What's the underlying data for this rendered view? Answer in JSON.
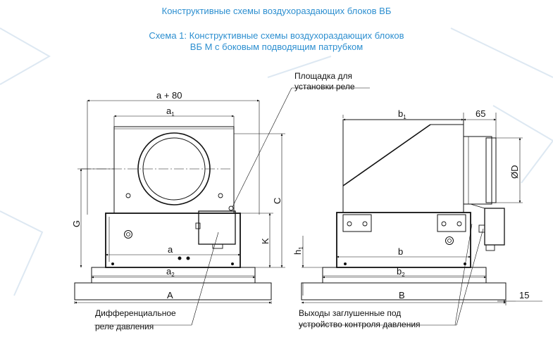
{
  "header": {
    "title": "Конструктивные схемы воздухораздающих блоков ВБ",
    "scheme_title": "Схема 1: Конструктивные схемы воздухораздающих блоков",
    "scheme_subtitle": "ВБ М с боковым подводящим патрубком"
  },
  "callouts": {
    "relay_platform_line1": "Площадка для",
    "relay_platform_line2": "установки реле",
    "diff_relay_line1": "Дифференциальное",
    "diff_relay_line2": "реле давления",
    "outlets_line1": "Выходы заглушенные под",
    "outlets_line2": "устройство контроля давления"
  },
  "dimensions": {
    "a_plus_80": "a + 80",
    "a1_base": "a",
    "a1_sub": "1",
    "a": "a",
    "a2_base": "a",
    "a2_sub": "2",
    "A": "A",
    "C": "C",
    "G": "G",
    "K": "K",
    "b1_base": "b",
    "b1_sub": "1",
    "d65": "65",
    "D": "ØD",
    "h1_base": "h",
    "h1_sub": "1",
    "b": "b",
    "b2_base": "b",
    "b2_sub": "2",
    "B": "B",
    "d15": "15"
  },
  "colors": {
    "title": "#2d8fd0",
    "line": "#111111",
    "watermark": "#dde8f2"
  }
}
